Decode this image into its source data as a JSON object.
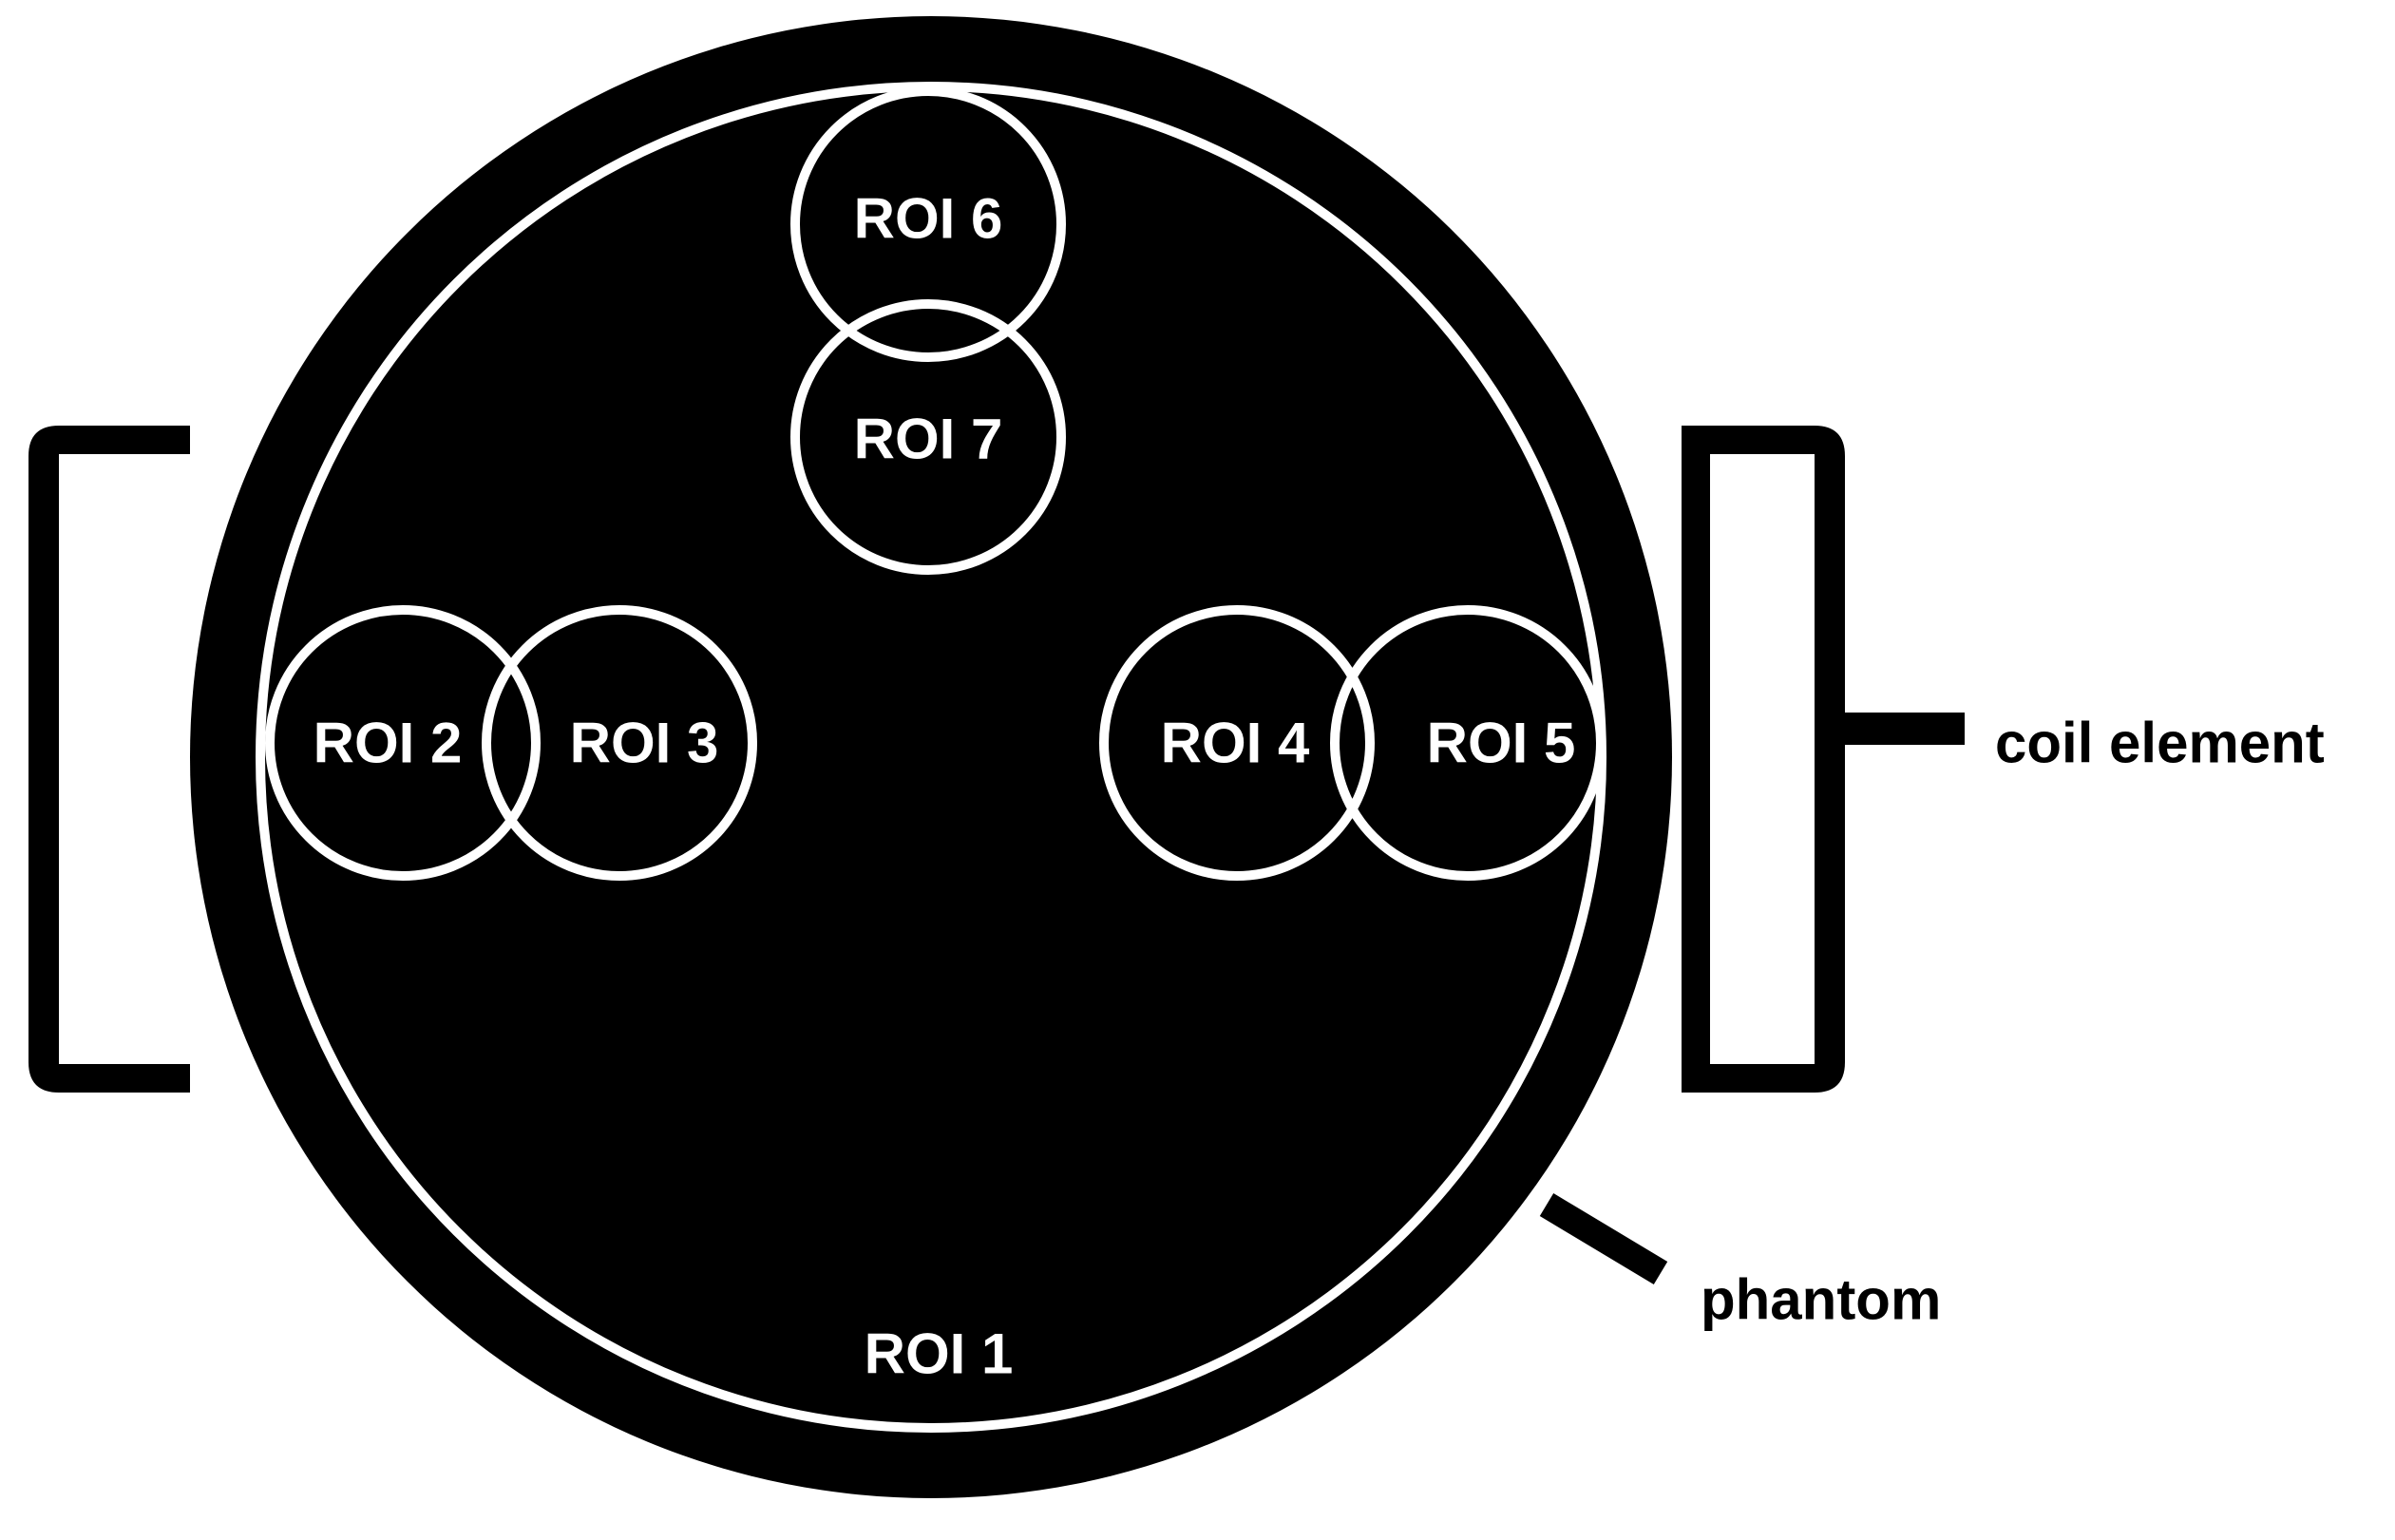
{
  "colors": {
    "phantom_fill": "#000000",
    "roi_outline": "#ffffff",
    "roi_text": "#ffffff",
    "coil_outline": "#000000",
    "coil_fill": "#ffffff",
    "background": "#ffffff",
    "callout_text": "#000000"
  },
  "rois": {
    "roi1": "ROI 1",
    "roi2": "ROI 2",
    "roi3": "ROI 3",
    "roi4": "ROI 4",
    "roi5": "ROI 5",
    "roi6": "ROI 6",
    "roi7": "ROI 7"
  },
  "callouts": {
    "coil": "coil element",
    "phantom": "phantom"
  }
}
